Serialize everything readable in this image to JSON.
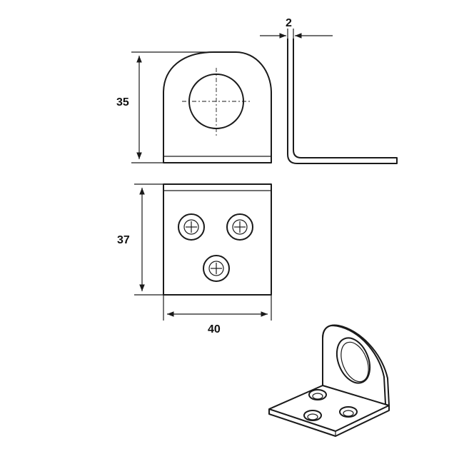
{
  "dimensions": {
    "thickness": "2",
    "front_height": "35",
    "bottom_height": "37",
    "bottom_width": "40"
  },
  "colors": {
    "line": "#1a1a1a",
    "background": "#ffffff"
  }
}
